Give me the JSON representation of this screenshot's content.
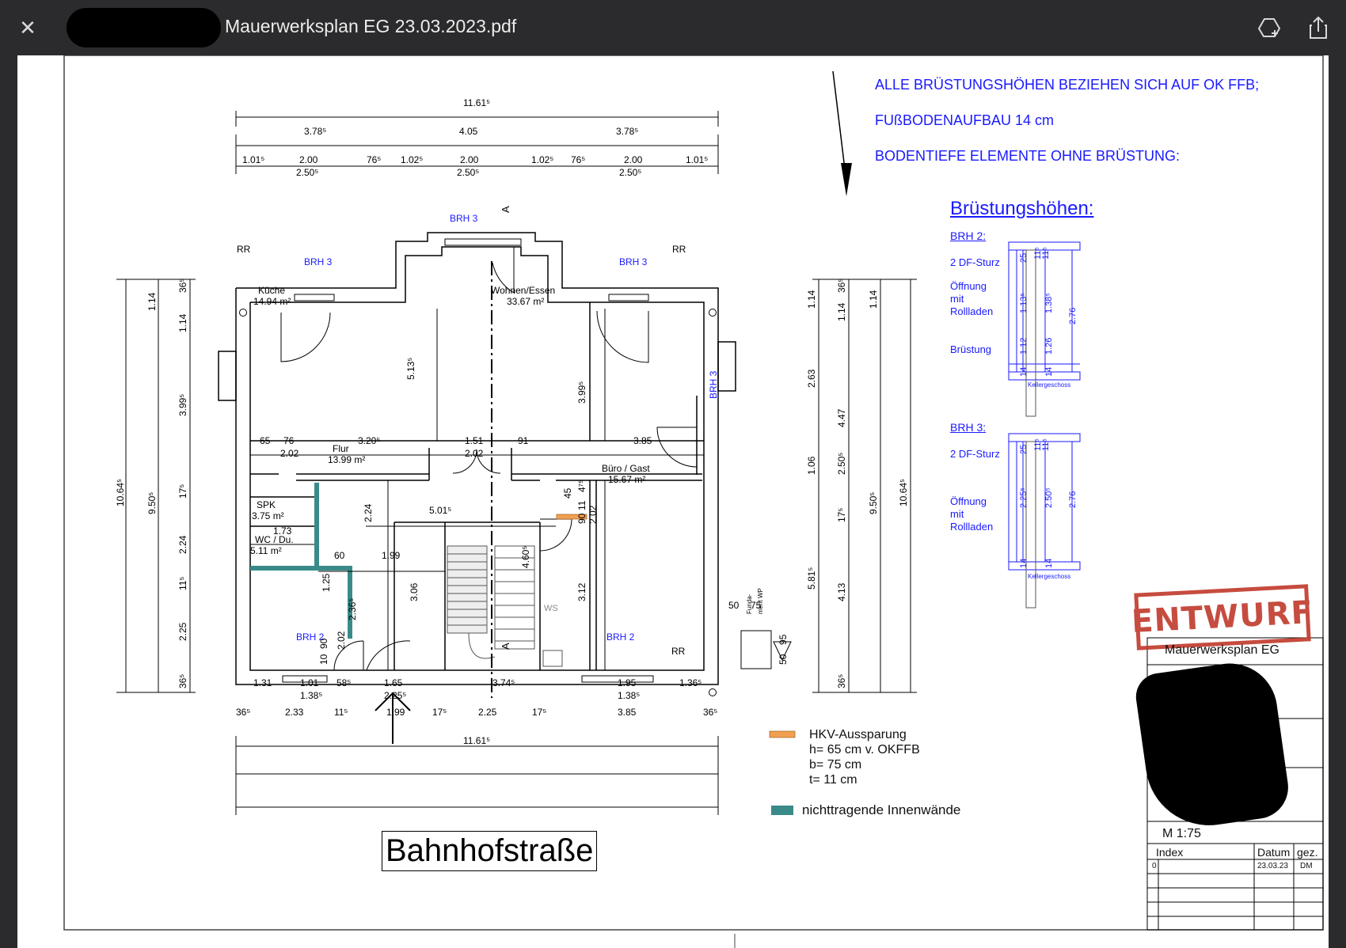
{
  "viewer": {
    "title": "Mauerwerksplan EG 23.03.2023.pdf",
    "icons": {
      "close": "close-icon",
      "drive": "add-to-drive-icon",
      "share": "share-icon"
    }
  },
  "notes": {
    "line1": "ALLE BRÜSTUNGSHÖHEN BEZIEHEN SICH AUF OK FFB;",
    "line2": "FUßBODENAUFBAU 14 cm",
    "line3": "BODENTIEFE ELEMENTE OHNE BRÜSTUNG:"
  },
  "brh": {
    "heading": "Brüstungshöhen:",
    "brh2": {
      "title": "BRH 2:",
      "label_sturz": "2 DF-Sturz",
      "label_opening": "Öffnung\nmit\nRollladen",
      "label_bruestung": "Brüstung",
      "dims": [
        "25",
        "11⁵",
        "11⁵",
        "1.13⁵",
        "1.38⁵",
        "2.76",
        "1.12",
        "1.26",
        "14",
        "14"
      ],
      "keller": "Kellergeschoss"
    },
    "brh3": {
      "title": "BRH 3:",
      "label_sturz": "2 DF-Sturz",
      "label_opening": "Öffnung\nmit\nRollladen",
      "dims": [
        "25",
        "11⁵",
        "11⁵",
        "2.25⁵",
        "2.50⁵",
        "2.76",
        "14",
        "14"
      ],
      "keller": "Kellergeschoss"
    }
  },
  "plan": {
    "rooms": [
      {
        "name": "Küche",
        "area": "14.94 m²"
      },
      {
        "name": "Wohnen/Essen",
        "area": "33.67 m²"
      },
      {
        "name": "Flur",
        "area": "13.99 m²"
      },
      {
        "name": "Büro / Gast",
        "area": "15.67 m²"
      },
      {
        "name": "SPK",
        "area": "3.75 m²"
      },
      {
        "name": "WC / Du.",
        "area": "5.11 m²"
      }
    ],
    "labels": {
      "rr": "RR",
      "brh3": "BRH 3",
      "brh2": "BRH 2",
      "section": "A",
      "ws": "WS",
      "fundament": "Funda-\nment WP"
    },
    "top_dims": {
      "total": "11.61⁵",
      "row2": [
        "3.78⁵",
        "4.05",
        "3.78⁵"
      ],
      "row3": [
        "1.01⁵",
        "2.00",
        "76⁵",
        "1.02⁵",
        "2.00",
        "1.02⁵",
        "76⁵",
        "2.00",
        "1.01⁵"
      ],
      "row3b": [
        "2.50⁵",
        "2.50⁵",
        "2.50⁵"
      ]
    },
    "bottom_dims": {
      "row1": [
        "1.31",
        "1.01",
        "58⁵",
        "1.65",
        "3.74⁵",
        "1.95",
        "1.36⁵"
      ],
      "row1b": [
        "1.38⁵",
        "2.25⁵",
        "1.38⁵"
      ],
      "row2": [
        "36⁵",
        "2.33",
        "11⁵",
        "1.99",
        "17⁵",
        "2.25",
        "17⁵",
        "3.85",
        "36⁵"
      ],
      "total": "11.61⁵"
    },
    "left_dims": {
      "col1": [
        "10.64⁵"
      ],
      "col2": [
        "1.14",
        "9.50⁵"
      ],
      "col3": [
        "36⁵",
        "1.14",
        "3.99⁵",
        "17⁵",
        "2.24",
        "11⁵",
        "2.25",
        "36⁵"
      ]
    },
    "right_dims": {
      "col1": [
        "1.14",
        "2.63",
        "1.06",
        "5.81⁵"
      ],
      "col2": [
        "36⁵",
        "1.14",
        "4.47",
        "2.50⁵",
        "17⁵",
        "4.13",
        "36⁵"
      ],
      "col3": [
        "1.14",
        "9.50⁵"
      ],
      "col4": [
        "10.64⁵"
      ]
    },
    "inner_dims": [
      "65",
      "76",
      "3.20⁵",
      "1.51",
      "91",
      "3.85",
      "2.02",
      "2.02",
      "5.13⁵",
      "3.99⁵",
      "4⁷⁵",
      "5.01⁵",
      "1.73",
      "60",
      "1.99",
      "2.24",
      "2.36⁵",
      "3.06",
      "4.60⁵",
      "3.12",
      "90",
      "2.02",
      "1.25",
      "90",
      "2.02",
      "10",
      "50",
      "75",
      "95",
      "50",
      "11",
      "45"
    ]
  },
  "legend": {
    "hkv_lines": [
      "HKV-Aussparung",
      "h= 65 cm v. OKFFB",
      "b= 75 cm",
      "t= 11 cm"
    ],
    "innen": "nichttragende Innenwände",
    "hkv_color": "#f0a050",
    "innen_color": "#3a8a8a"
  },
  "street": "Bahnhofstraße",
  "stamp": "ENTWURF",
  "titleblock": {
    "title": "Mauerwerksplan EG",
    "scale": "M 1:75",
    "col_index": "Index",
    "col_datum": "Datum",
    "col_gez": "gez.",
    "row_index": "0",
    "row_datum": "23.03.23",
    "row_gez": "DM"
  }
}
